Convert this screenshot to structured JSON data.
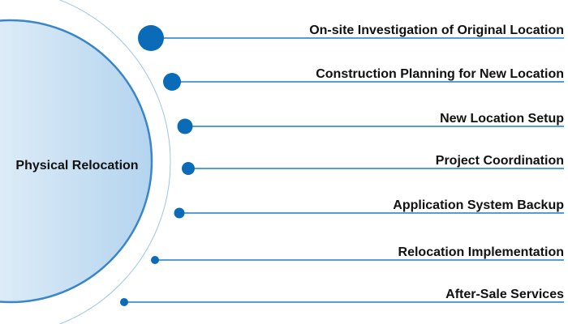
{
  "center": {
    "label": "Physical Relocation"
  },
  "items": [
    {
      "label": "On-site Investigation of Original Location"
    },
    {
      "label": "Construction Planning for New Location"
    },
    {
      "label": "New Location Setup"
    },
    {
      "label": "Project Coordination"
    },
    {
      "label": "Application System Backup"
    },
    {
      "label": "Relocation Implementation"
    },
    {
      "label": "After-Sale Services"
    }
  ],
  "colors": {
    "accent": "#0a6bb8",
    "line": "#3b8fd0",
    "fill_light": "#ffffff",
    "fill_dark": "#b4d4ee"
  }
}
